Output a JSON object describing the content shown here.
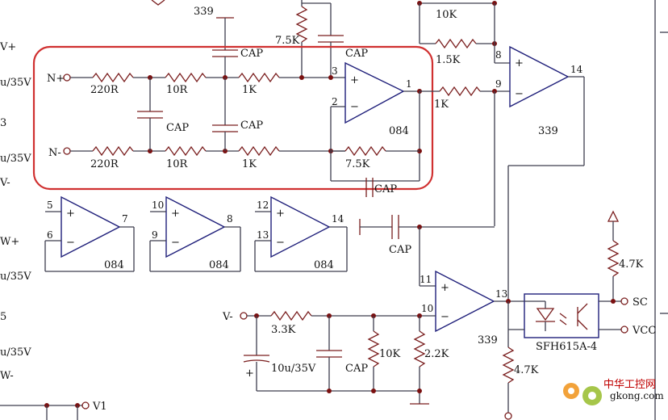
{
  "left_edge_labels": [
    "V+",
    "u/35V",
    "3",
    "u/35V",
    "V-",
    "W+",
    "u/35V",
    "5",
    "u/35V",
    "W-"
  ],
  "resistors": {
    "r_220_top": "220R",
    "r_10_top": "10R",
    "r_1k_top": "1K",
    "r_220_bot": "220R",
    "r_10_bot": "10R",
    "r_1k_bot": "1K",
    "r_7k5_top": "7.5K",
    "r_7k5_bot": "7.5K",
    "r_1k_out": "1K",
    "r_10k_top": "10K",
    "r_1k5": "1.5K",
    "r_3k3": "3.3K",
    "r_10k_bot": "10K",
    "r_2k2": "2.2K",
    "r_4k7_top": "4.7K",
    "r_4k7_bot": "4.7K"
  },
  "capacitors": {
    "c_top_right": "CAP",
    "c_top": "CAP",
    "c_mid_left": "CAP",
    "c_mid_right": "CAP",
    "c_bottom": "CAP",
    "c_coupling": "CAP",
    "c_filter": "CAP",
    "c_electrolytic": "10u/35V"
  },
  "terminals": {
    "n_pos": "N+",
    "n_neg": "N-",
    "v_minus": "V-",
    "v1": "V1",
    "sc": "SC",
    "vcc": "VCC"
  },
  "opamps": {
    "u_main": {
      "pin_in_pos": "3",
      "pin_in_neg": "2",
      "pin_out": "1",
      "part": "084"
    },
    "u_sum": {
      "pin_in_pos": "8",
      "pin_in_neg": "9",
      "pin_out": "14",
      "part": "339"
    },
    "u_spare_a": {
      "pin_in_pos": "5",
      "pin_in_neg": "6",
      "pin_out": "7",
      "part": "084"
    },
    "u_spare_b": {
      "pin_in_pos": "10",
      "pin_in_neg": "9",
      "pin_out": "8",
      "part": "084"
    },
    "u_spare_c": {
      "pin_in_pos": "12",
      "pin_in_neg": "13",
      "pin_out": "14",
      "part": "084"
    },
    "u_comp": {
      "pin_in_pos": "11",
      "pin_in_neg": "10",
      "pin_out": "13",
      "part": "339"
    }
  },
  "top_part_label": "339",
  "optocoupler": "SFH615A-4",
  "watermark": {
    "cn": "中华工控网",
    "url": "gkong.com"
  },
  "colors": {
    "highlight": "#d03030",
    "component": "#7a1e1e",
    "opamp": "#1f1f7a",
    "wire": "#3d3d4d"
  }
}
